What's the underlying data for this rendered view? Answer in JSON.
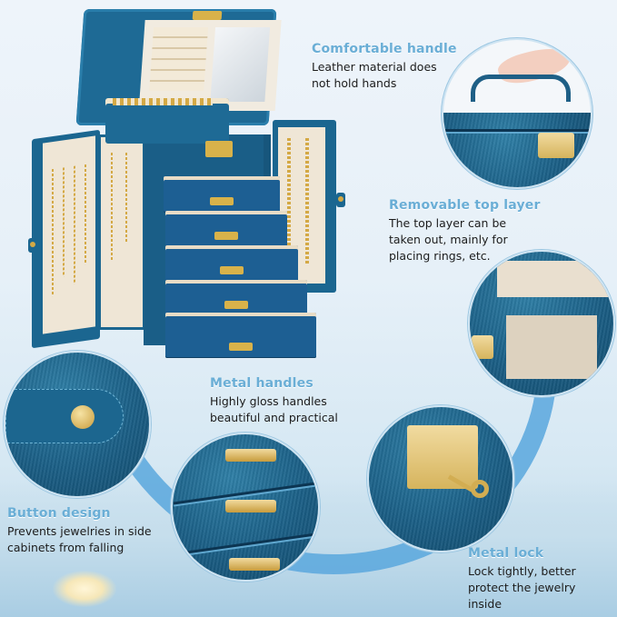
{
  "callouts": {
    "comfortable_handle": {
      "title": "Comfortable handle",
      "desc_line1": "Leather material does",
      "desc_line2": "not hold hands"
    },
    "removable_top_layer": {
      "title": "Removable top layer",
      "desc_line1": "The top layer can be",
      "desc_line2": "taken out, mainly for",
      "desc_line3": "placing rings, etc."
    },
    "metal_handles": {
      "title": "Metal handles",
      "desc_line1": "Highly gloss handles",
      "desc_line2": "beautiful and practical"
    },
    "button_design": {
      "title": "Button design",
      "desc_line1": "Prevents jewelries in side",
      "desc_line2": "cabinets from falling"
    },
    "metal_lock": {
      "title": "Metal lock",
      "desc_line1": "Lock tightly, better",
      "desc_line2": "protect the jewelry",
      "desc_line3": "inside"
    }
  },
  "colors": {
    "title_blue": "#6aaed6",
    "arc_blue": "#5aa8de",
    "leather_teal": "#1b5f86",
    "gold": "#d8b24a",
    "cream": "#efe6d6"
  }
}
